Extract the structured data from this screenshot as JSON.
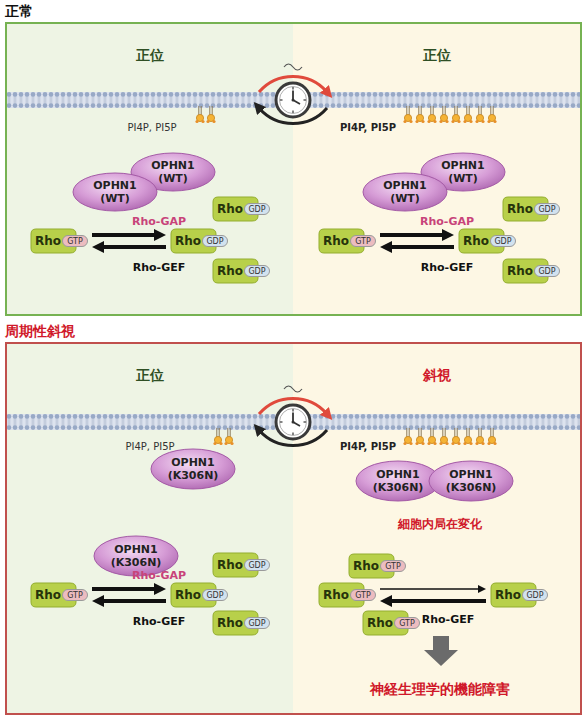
{
  "diagram": {
    "nodes": [
      {
        "text": [
          "正常"
        ]
      },
      {
        "text": [
          "正位"
        ],
        "in": 0
      },
      {
        "text": [
          "正位"
        ],
        "in": 0
      },
      {
        "text": [
          "OPHN1 (WT)"
        ],
        "in": 1
      },
      {
        "text": [
          "OPHN1 (WT)"
        ],
        "in": 1
      },
      {
        "text": [
          "Rho",
          "GDP"
        ],
        "in": 1
      },
      {
        "text": [
          "Rho",
          "GTP"
        ],
        "in": 1
      },
      {
        "text": [
          "Rho",
          "GDP"
        ],
        "in": 1
      },
      {
        "text": [
          "Rho",
          "GDP"
        ],
        "in": 1
      },
      {
        "text": [
          "OPHN1 (WT)"
        ],
        "in": 2
      },
      {
        "text": [
          "OPHN1 (WT)"
        ],
        "in": 2
      },
      {
        "text": [
          "Rho",
          "GDP"
        ],
        "in": 2
      },
      {
        "text": [
          "Rho",
          "GTP"
        ],
        "in": 2
      },
      {
        "text": [
          "Rho",
          "GDP"
        ],
        "in": 2
      },
      {
        "text": [
          "Rho",
          "GDP"
        ],
        "in": 2
      },
      {
        "text": [
          "周期性斜視"
        ]
      },
      {
        "text": [
          "正位"
        ],
        "in": 15
      },
      {
        "text": [
          "斜視"
        ],
        "in": 15
      },
      {
        "text": [
          "OPHN1 (K306N)"
        ],
        "in": 16
      },
      {
        "text": [
          "OPHN1 (K306N)"
        ],
        "in": 16
      },
      {
        "text": [
          "Rho",
          "GDP"
        ],
        "in": 16
      },
      {
        "text": [
          "Rho",
          "GTP"
        ],
        "in": 16
      },
      {
        "text": [
          "Rho",
          "GDP"
        ],
        "in": 16
      },
      {
        "text": [
          "Rho",
          "GDP"
        ],
        "in": 16
      },
      {
        "text": [
          "OPHN1 (K306N)"
        ],
        "in": 17
      },
      {
        "text": [
          "OPHN1 (K306N)"
        ],
        "in": 17
      },
      {
        "text": [
          "Rho",
          "GTP"
        ],
        "in": 17
      },
      {
        "text": [
          "Rho",
          "GTP"
        ],
        "in": 17
      },
      {
        "text": [
          "Rho",
          "GDP"
        ],
        "in": 17
      },
      {
        "text": [
          "Rho",
          "GTP"
        ],
        "in": 17
      }
    ],
    "edges": [
      {
        "from": 6,
        "to": 7,
        "arrow": "to",
        "label": "Rho-GAP"
      },
      {
        "from": 7,
        "to": 6,
        "arrow": "to",
        "label": "Rho-GEF"
      },
      {
        "from": 12,
        "to": 13,
        "arrow": "to",
        "label": "Rho-GAP"
      },
      {
        "from": 13,
        "to": 12,
        "arrow": "to",
        "label": "Rho-GEF"
      },
      {
        "from": 21,
        "to": 22,
        "arrow": "to",
        "label": "Rho-GAP"
      },
      {
        "from": 22,
        "to": 21,
        "arrow": "to",
        "label": "Rho-GEF"
      },
      {
        "from": 27,
        "to": 28,
        "arrow": "to"
      },
      {
        "from": 28,
        "to": 27,
        "arrow": "to",
        "label": "Rho-GEF"
      }
    ],
    "labels": [
      "PI4P, PI5P",
      "PI4P, PI5P",
      "PI4P, PI5P",
      "PI4P, PI5P",
      "細胞内局在変化",
      "神経生理学的機能障害"
    ]
  }
}
